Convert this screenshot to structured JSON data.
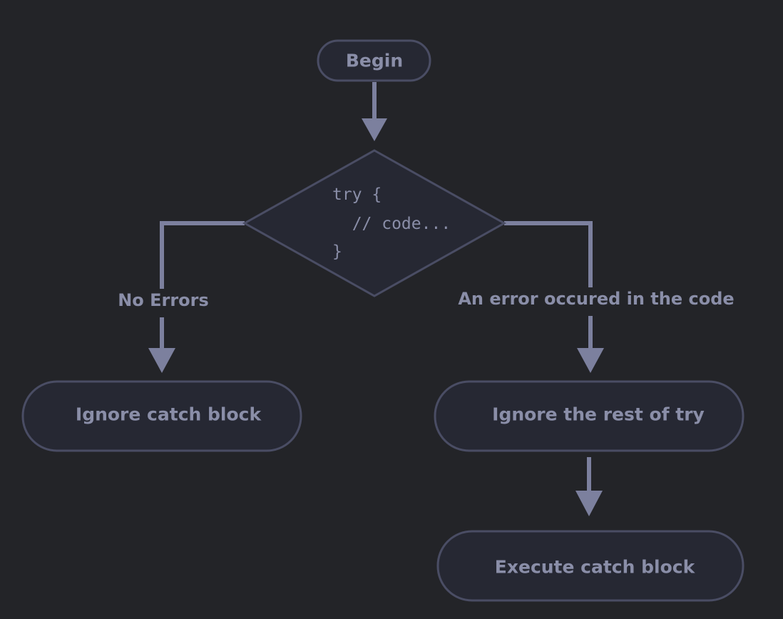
{
  "nodes": {
    "begin": "Begin",
    "try_block": [
      "try {",
      "  // code...",
      "}"
    ],
    "ignore_catch": "Ignore catch block",
    "ignore_rest": "Ignore the rest of try",
    "execute_catch": "Execute catch block"
  },
  "edges": {
    "no_errors": "No Errors",
    "error_occurred": "An error occured in the code"
  },
  "colors": {
    "background": "#232428",
    "node_fill": "#262833",
    "node_border": "#4a4d64",
    "connector": "#7c809e",
    "text": "#8a8ea8"
  }
}
